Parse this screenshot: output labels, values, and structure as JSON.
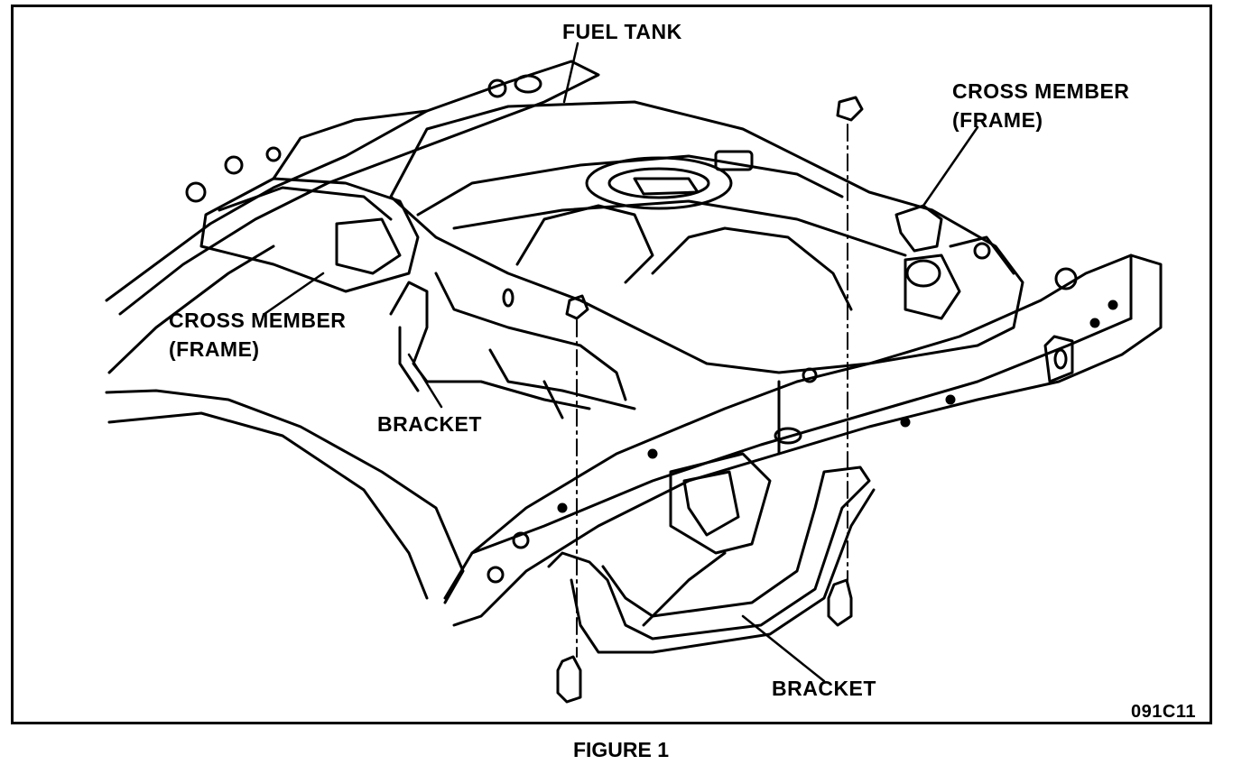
{
  "labels": {
    "fuel_tank": "FUEL TANK",
    "cross_member_right_1": "CROSS MEMBER",
    "cross_member_right_2": "(FRAME)",
    "cross_member_left_1": "CROSS MEMBER",
    "cross_member_left_2": "(FRAME)",
    "bracket_upper": "BRACKET",
    "bracket_lower": "BRACKET"
  },
  "figure_code": "091C11",
  "caption": "FIGURE 1"
}
